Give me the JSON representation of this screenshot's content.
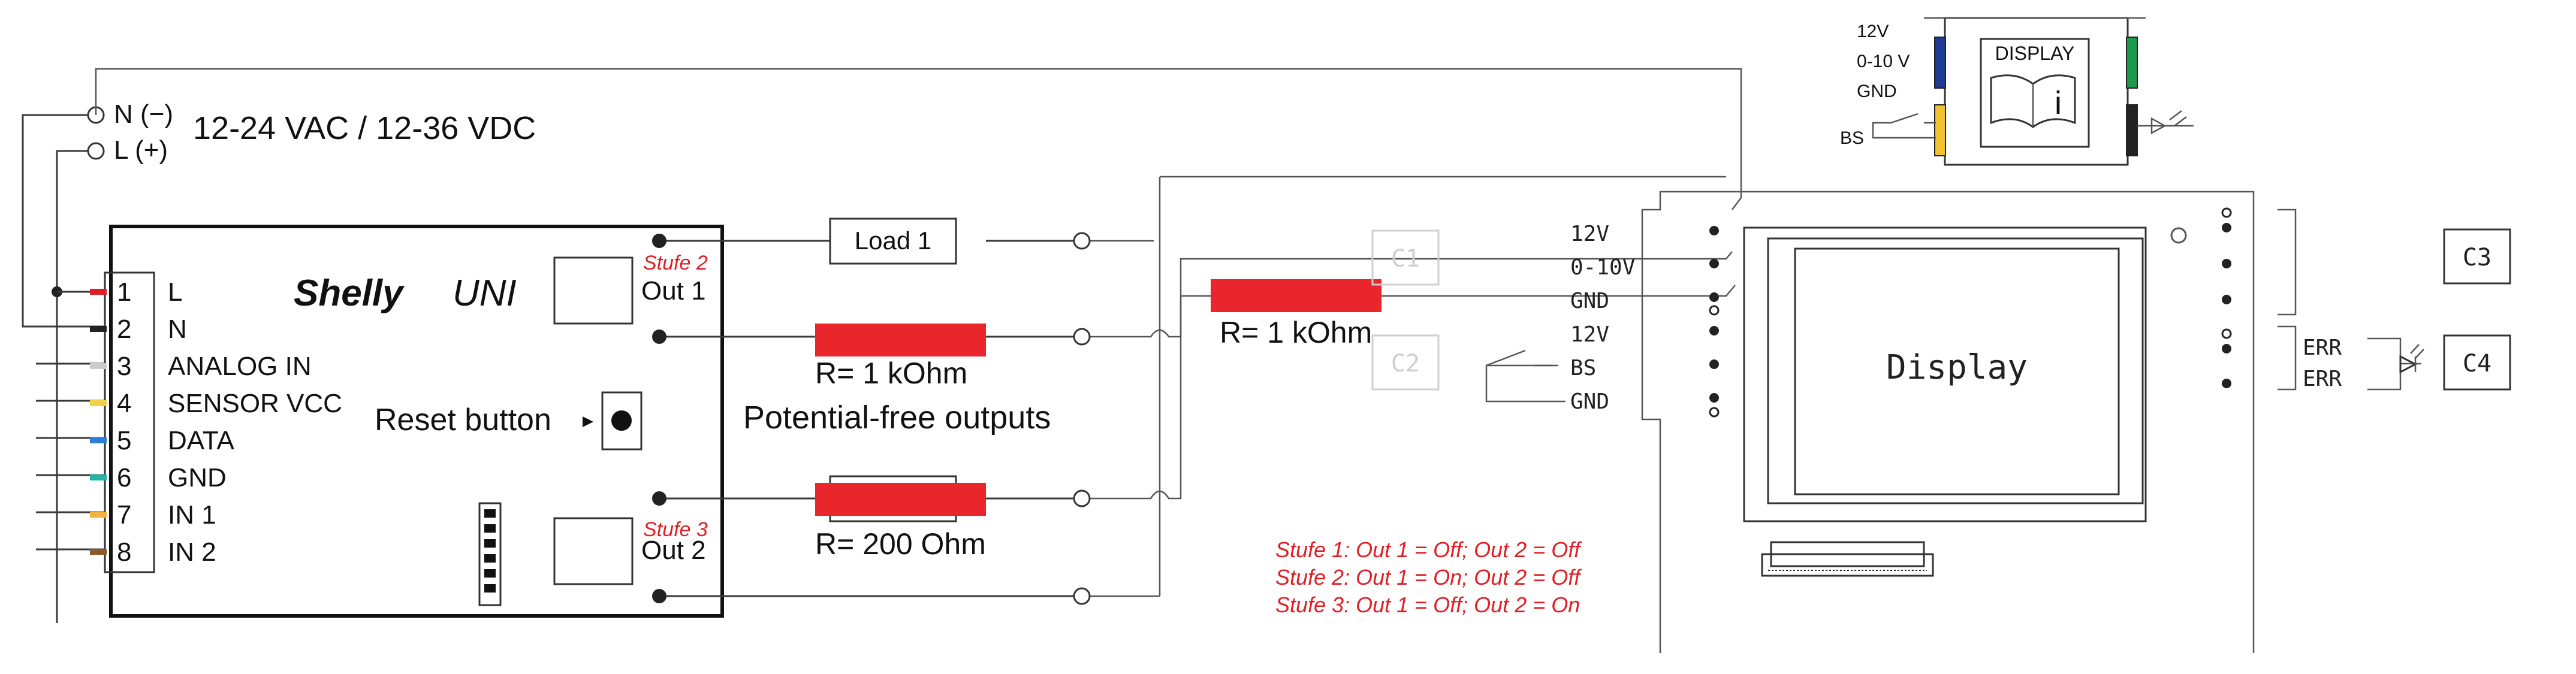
{
  "power": {
    "n_label": "N (−)",
    "l_label": "L (+)",
    "supply_label": "12-24 VAC / 12-36 VDC"
  },
  "device": {
    "brand": "Shelly",
    "model": "UNI",
    "reset_label": "Reset button",
    "out1_label": "Out 1",
    "out2_label": "Out 2",
    "stufe_out1": "Stufe 2",
    "stufe_out2": "Stufe 3",
    "pins": [
      {
        "num": "1",
        "name": "L",
        "color": "#e01e24"
      },
      {
        "num": "2",
        "name": "N",
        "color": "#222222"
      },
      {
        "num": "3",
        "name": "ANALOG IN",
        "color": "#cccccc"
      },
      {
        "num": "4",
        "name": "SENSOR VCC",
        "color": "#f2d24a"
      },
      {
        "num": "5",
        "name": "DATA",
        "color": "#2a7fd4"
      },
      {
        "num": "6",
        "name": "GND",
        "color": "#22b5a5"
      },
      {
        "num": "7",
        "name": "IN 1",
        "color": "#f0b43c"
      },
      {
        "num": "8",
        "name": "IN 2",
        "color": "#8b5a2b"
      }
    ]
  },
  "components": {
    "load1_label": "Load 1",
    "r1_label": "R= 1 kOhm",
    "r2_label": "R= 200 Ohm",
    "r3_label": "R= 1 kOhm",
    "outputs_label": "Potential-free outputs"
  },
  "controller": {
    "display_label": "Display",
    "left_terminals": [
      "12V",
      "0-10V",
      "GND",
      "12V",
      "BS",
      "GND"
    ],
    "right_terminals": [
      "ERR",
      "ERR"
    ],
    "c1": "C1",
    "c2": "C2",
    "c3": "C3",
    "c4": "C4"
  },
  "display_module": {
    "title": "DISPLAY",
    "info_glyph": "i",
    "labels": [
      "12V",
      "0-10 V",
      "GND",
      "BS"
    ]
  },
  "legend": [
    "Stufe 1: Out 1 = Off; Out 2 = Off",
    "Stufe 2: Out 1 = On; Out 2 = Off",
    "Stufe 3: Out 1 = Off; Out 2 = On"
  ],
  "colors": {
    "resistor": "#e8262c",
    "stufe_text": "#e01e24",
    "module_blue": "#1f3a93",
    "module_green": "#1e9b4a",
    "module_yellow": "#f2c230"
  }
}
